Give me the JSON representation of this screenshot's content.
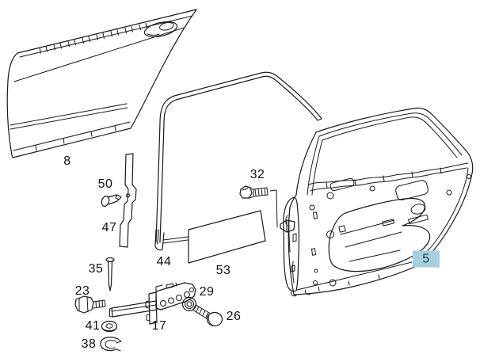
{
  "figure": {
    "type": "exploded-parts-diagram",
    "subject": "rear door panel assembly",
    "background": "#ffffff",
    "line_color": "#1a1a1a",
    "highlight_bg": "#a5cede",
    "highlight_text": "#1c3c50",
    "highlighted_part": "5"
  },
  "parts": [
    {
      "label": "8",
      "highlighted": false
    },
    {
      "label": "50",
      "highlighted": false
    },
    {
      "label": "47",
      "highlighted": false
    },
    {
      "label": "44",
      "highlighted": false
    },
    {
      "label": "53",
      "highlighted": false
    },
    {
      "label": "32",
      "highlighted": false
    },
    {
      "label": "35",
      "highlighted": false
    },
    {
      "label": "23",
      "highlighted": false
    },
    {
      "label": "41",
      "highlighted": false
    },
    {
      "label": "38",
      "highlighted": false
    },
    {
      "label": "17",
      "highlighted": false
    },
    {
      "label": "29",
      "highlighted": false
    },
    {
      "label": "26",
      "highlighted": false
    },
    {
      "label": "5",
      "highlighted": true
    }
  ]
}
